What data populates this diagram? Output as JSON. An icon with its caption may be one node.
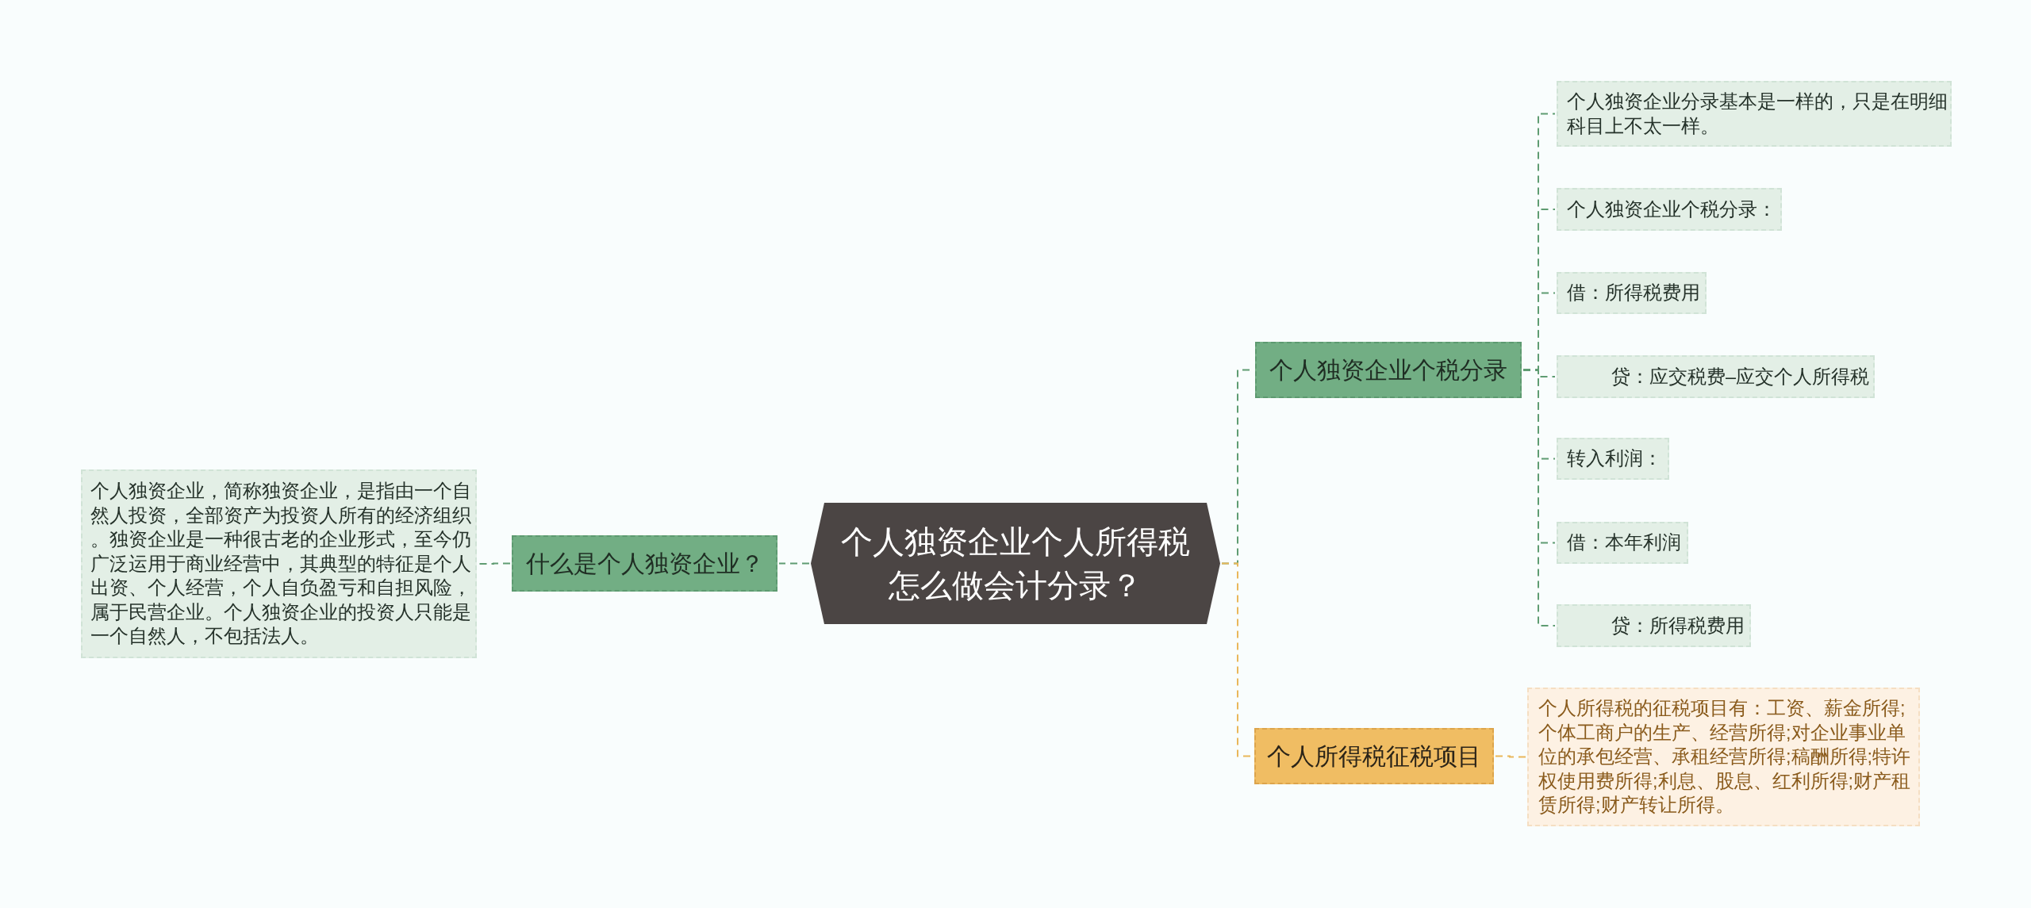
{
  "diagram": {
    "nodes": [
      {
        "text": [
          "个人独资企业个人所得税怎么做会计分录？"
        ]
      },
      {
        "text": [
          "什么是个人独资企业？"
        ]
      },
      {
        "text": [
          "个人独资企业，简称独资企业，是指由一个自然人投资，全部资产为投资人所有的经济组织。独资企业是一种很古老的企业形式，至今仍广泛运用于商业经营中，其典型的特征是个人出资、个人经营，个人自负盈亏和自担风险，属于民营企业。个人独资企业的投资人只能是一个自然人，不包括法人。"
        ]
      },
      {
        "text": [
          "个人独资企业个税分录"
        ]
      },
      {
        "text": [
          "个人独资企业分录基本是一样的，只是在明细科目上不太一样。"
        ]
      },
      {
        "text": [
          "个人独资企业个税分录："
        ]
      },
      {
        "text": [
          "借：所得税费用"
        ]
      },
      {
        "text": [
          "贷：应交税费–应交个人所得税"
        ]
      },
      {
        "text": [
          "转入利润："
        ]
      },
      {
        "text": [
          "借：本年利润"
        ]
      },
      {
        "text": [
          "贷：所得税费用"
        ]
      },
      {
        "text": [
          "个人所得税征税项目"
        ]
      },
      {
        "text": [
          "个人所得税的征税项目有：工资、薪金所得;个体工商户的生产、经营所得;对企业事业单位的承包经营、承租经营所得;稿酬所得;特许权使用费所得;利息、股息、红利所得;财产租赁所得;财产转让所得。"
        ]
      }
    ],
    "edges": [
      {
        "from": 0,
        "to": 1,
        "arrow": "none",
        "style": "dashed"
      },
      {
        "from": 1,
        "to": 2,
        "arrow": "none",
        "style": "dashed"
      },
      {
        "from": 0,
        "to": 3,
        "arrow": "none",
        "style": "dashed"
      },
      {
        "from": 3,
        "to": 4,
        "arrow": "none",
        "style": "dashed"
      },
      {
        "from": 3,
        "to": 5,
        "arrow": "none",
        "style": "dashed"
      },
      {
        "from": 3,
        "to": 6,
        "arrow": "none",
        "style": "dashed"
      },
      {
        "from": 3,
        "to": 7,
        "arrow": "none",
        "style": "dashed"
      },
      {
        "from": 3,
        "to": 8,
        "arrow": "none",
        "style": "dashed"
      },
      {
        "from": 3,
        "to": 9,
        "arrow": "none",
        "style": "dashed"
      },
      {
        "from": 3,
        "to": 10,
        "arrow": "none",
        "style": "dashed"
      },
      {
        "from": 0,
        "to": 11,
        "arrow": "none",
        "style": "dashed",
        "color": "#e9b75a"
      },
      {
        "from": 11,
        "to": 12,
        "arrow": "none",
        "style": "dashed",
        "color": "#e9b75a"
      }
    ]
  }
}
